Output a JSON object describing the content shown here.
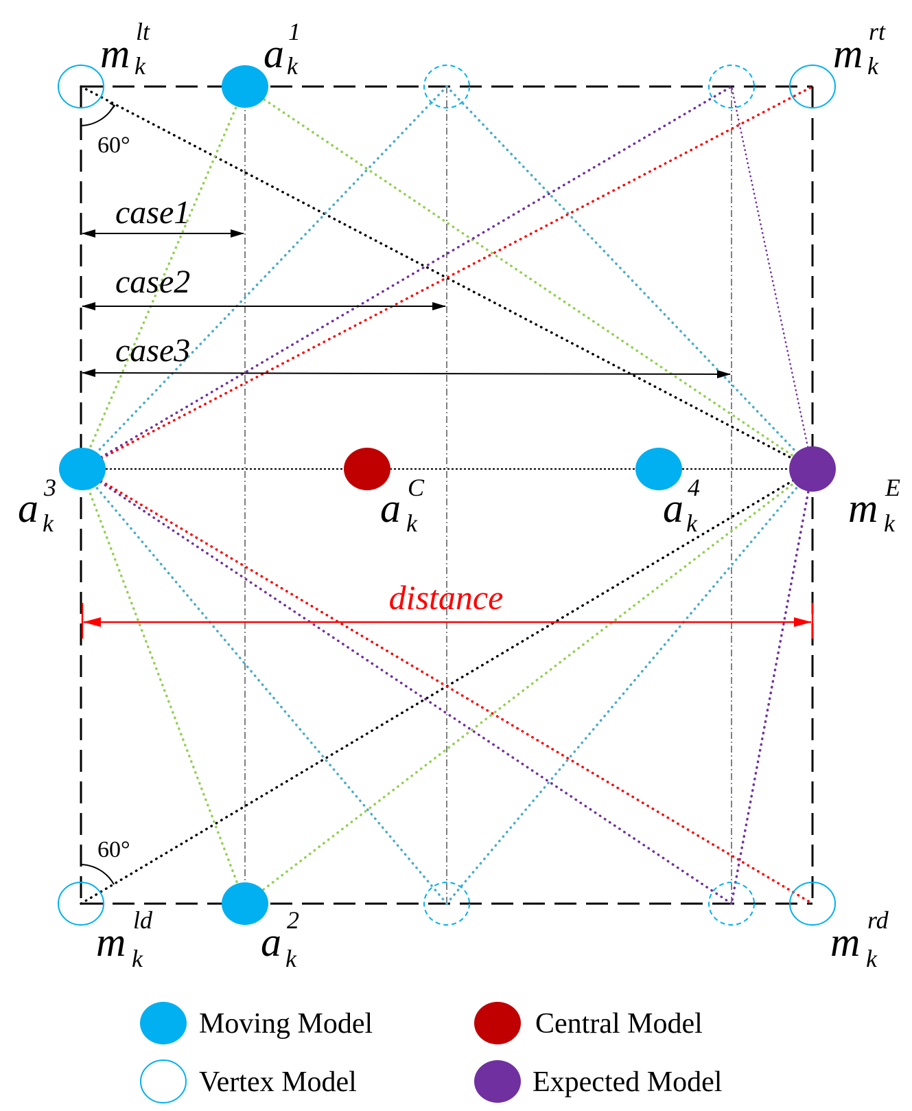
{
  "labels": {
    "m_lt": {
      "base": "m",
      "sup": "lt",
      "sub": "k"
    },
    "a1": {
      "base": "a",
      "sup": "1",
      "sub": "k"
    },
    "m_rt": {
      "base": "m",
      "sup": "rt",
      "sub": "k"
    },
    "a3": {
      "base": "a",
      "sup": "3",
      "sub": "k"
    },
    "aC": {
      "base": "a",
      "sup": "C",
      "sub": "k"
    },
    "a4": {
      "base": "a",
      "sup": "4",
      "sub": "k"
    },
    "mE": {
      "base": "m",
      "sup": "E",
      "sub": "k"
    },
    "m_ld": {
      "base": "m",
      "sup": "ld",
      "sub": "k"
    },
    "a2": {
      "base": "a",
      "sup": "2",
      "sub": "k"
    },
    "m_rd": {
      "base": "m",
      "sup": "rd",
      "sub": "k"
    }
  },
  "cases": [
    "case1",
    "case2",
    "case3"
  ],
  "distance_label": "distance",
  "angles": {
    "top": "60°",
    "bottom": "60°"
  },
  "legend": {
    "moving": "Moving Model",
    "central": "Central Model",
    "vertex": "Vertex Model",
    "expected": "Expected Model"
  },
  "colors": {
    "moving": "#00b0f0",
    "central": "#c00000",
    "expected": "#7030a0",
    "green": "#92d050",
    "cyan": "#4bacc6",
    "red": "#ff0000",
    "black": "#000000"
  }
}
